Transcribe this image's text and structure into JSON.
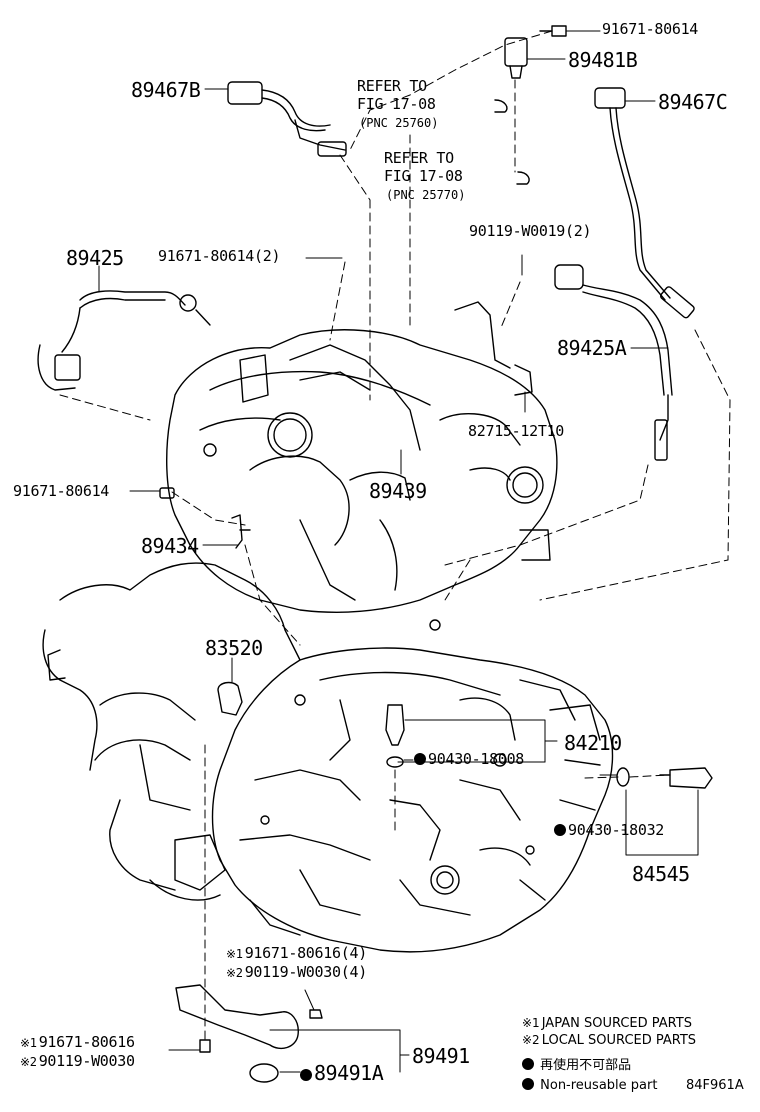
{
  "symbols": {
    "note1": "※1",
    "note2": "※2",
    "dot": "●"
  },
  "labels": {
    "p91671_80614_top": "91671-80614",
    "p89481B": "89481B",
    "p89467B": "89467B",
    "p89467C": "89467C",
    "refer1_line1": "REFER TO",
    "refer1_line2": "FIG 17-08",
    "refer1_line3": "(PNC 25760)",
    "refer2_line1": "REFER TO",
    "refer2_line2": "FIG 17-08",
    "refer2_line3": "(PNC 25770)",
    "p90119_W0019_2": "90119-W0019(2)",
    "p89425": "89425",
    "p91671_80614_2": "91671-80614(2)",
    "p89425A": "89425A",
    "p82715_12T10": "82715-12T10",
    "p89439": "89439",
    "p91671_80614_left": "91671-80614",
    "p89434": "89434",
    "p83520": "83520",
    "p84210": "84210",
    "p90430_18008": "90430-18008",
    "p90430_18032": "90430-18032",
    "p84545": "84545",
    "p91671_80616_4": "91671-80616(4)",
    "p90119_W0030_4": "90119-W0030(4)",
    "p91671_80616": "91671-80616",
    "p90119_W0030": "90119-W0030",
    "p89491": "89491",
    "p89491A": "89491A"
  },
  "legend": {
    "japan": "JAPAN SOURCED PARTS",
    "local": "LOCAL SOURCED PARTS",
    "non_reusable_jp": "再使用不可部品",
    "non_reusable_en": "Non-reusable part"
  },
  "figure_id": "84F961A"
}
